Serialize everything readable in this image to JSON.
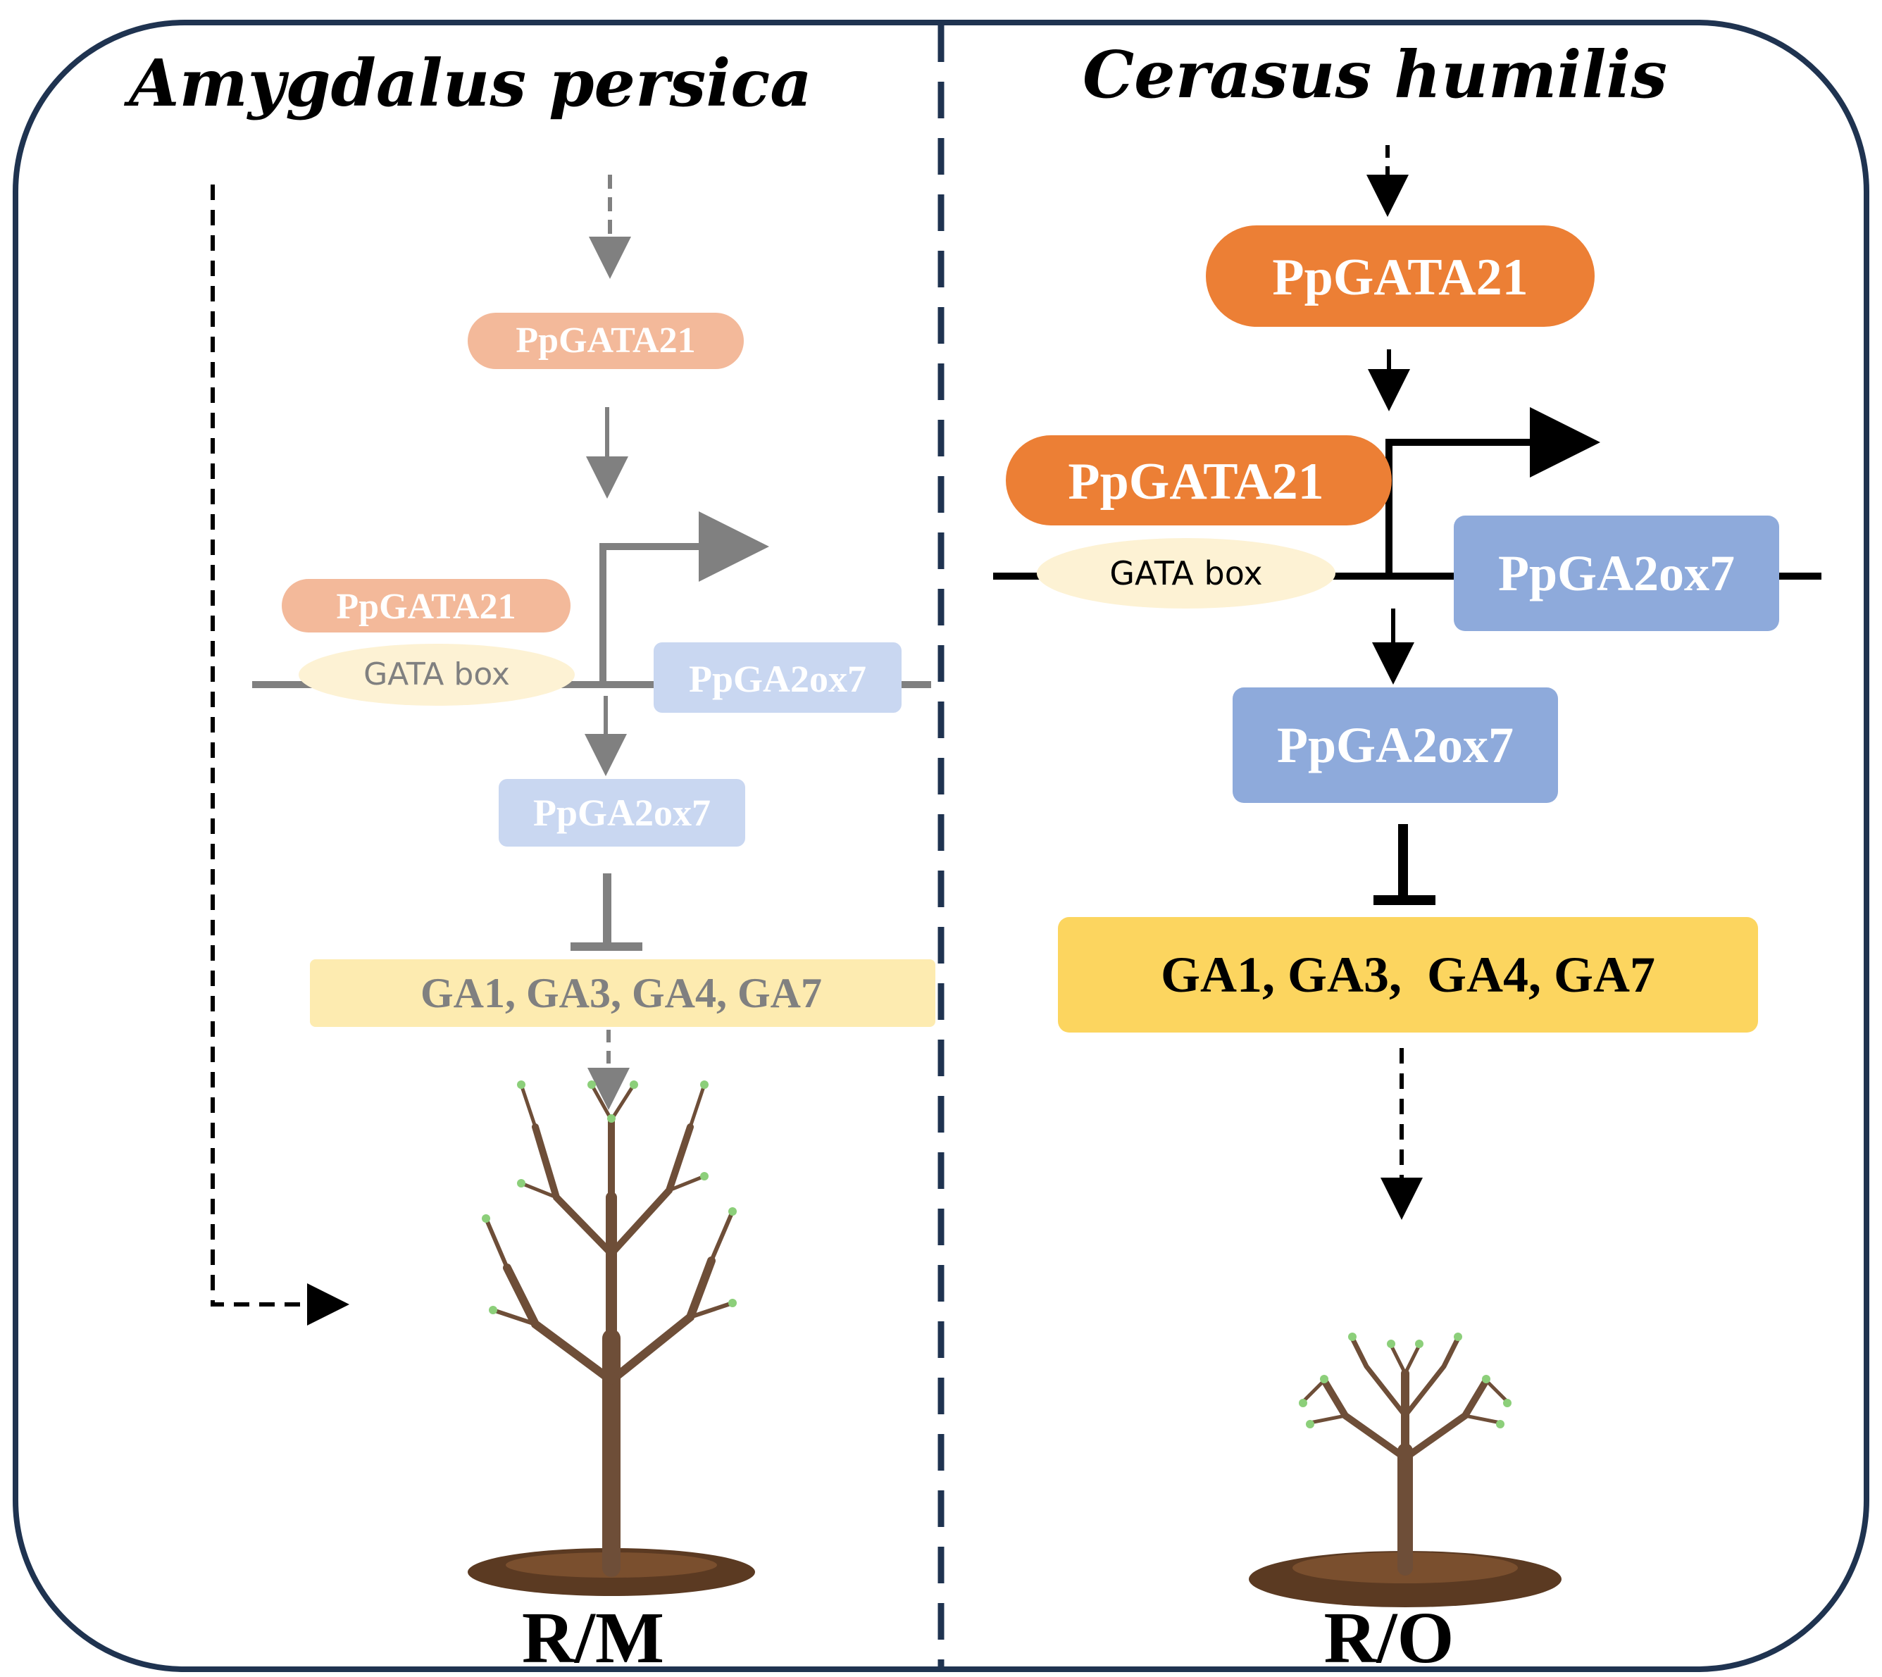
{
  "panels": {
    "left": {
      "title": "Amygdalus persica",
      "gata_protein_top": "PpGATA21",
      "gata_protein_bound": "PpGATA21",
      "gata_box": "GATA box",
      "gene": "PpGA2ox7",
      "gene_product": "PpGA2ox7",
      "gibberellins": "GA1, GA3, GA4, GA7",
      "phenotype": "R/M"
    },
    "right": {
      "title": "Cerasus humilis",
      "gata_protein_top": "PpGATA21",
      "gata_protein_bound": "PpGATA21",
      "gata_box": "GATA box",
      "gene": "PpGA2ox7",
      "gene_product": "PpGA2ox7",
      "gibberellins": "GA1, GA3,  GA4, GA7",
      "phenotype": "R/O"
    }
  },
  "colors": {
    "frame": "#1f3350",
    "orange_strong": "#ec7f35",
    "orange_faded": "#f3b99a",
    "blue_strong": "#8eaadb",
    "blue_faded": "#c9d7f1",
    "yellow_strong": "#fcd55f",
    "yellow_faded": "#fdebb0",
    "gata_box_fill": "#fdf2d4",
    "grey_line": "#808080",
    "black_line": "#000000"
  }
}
